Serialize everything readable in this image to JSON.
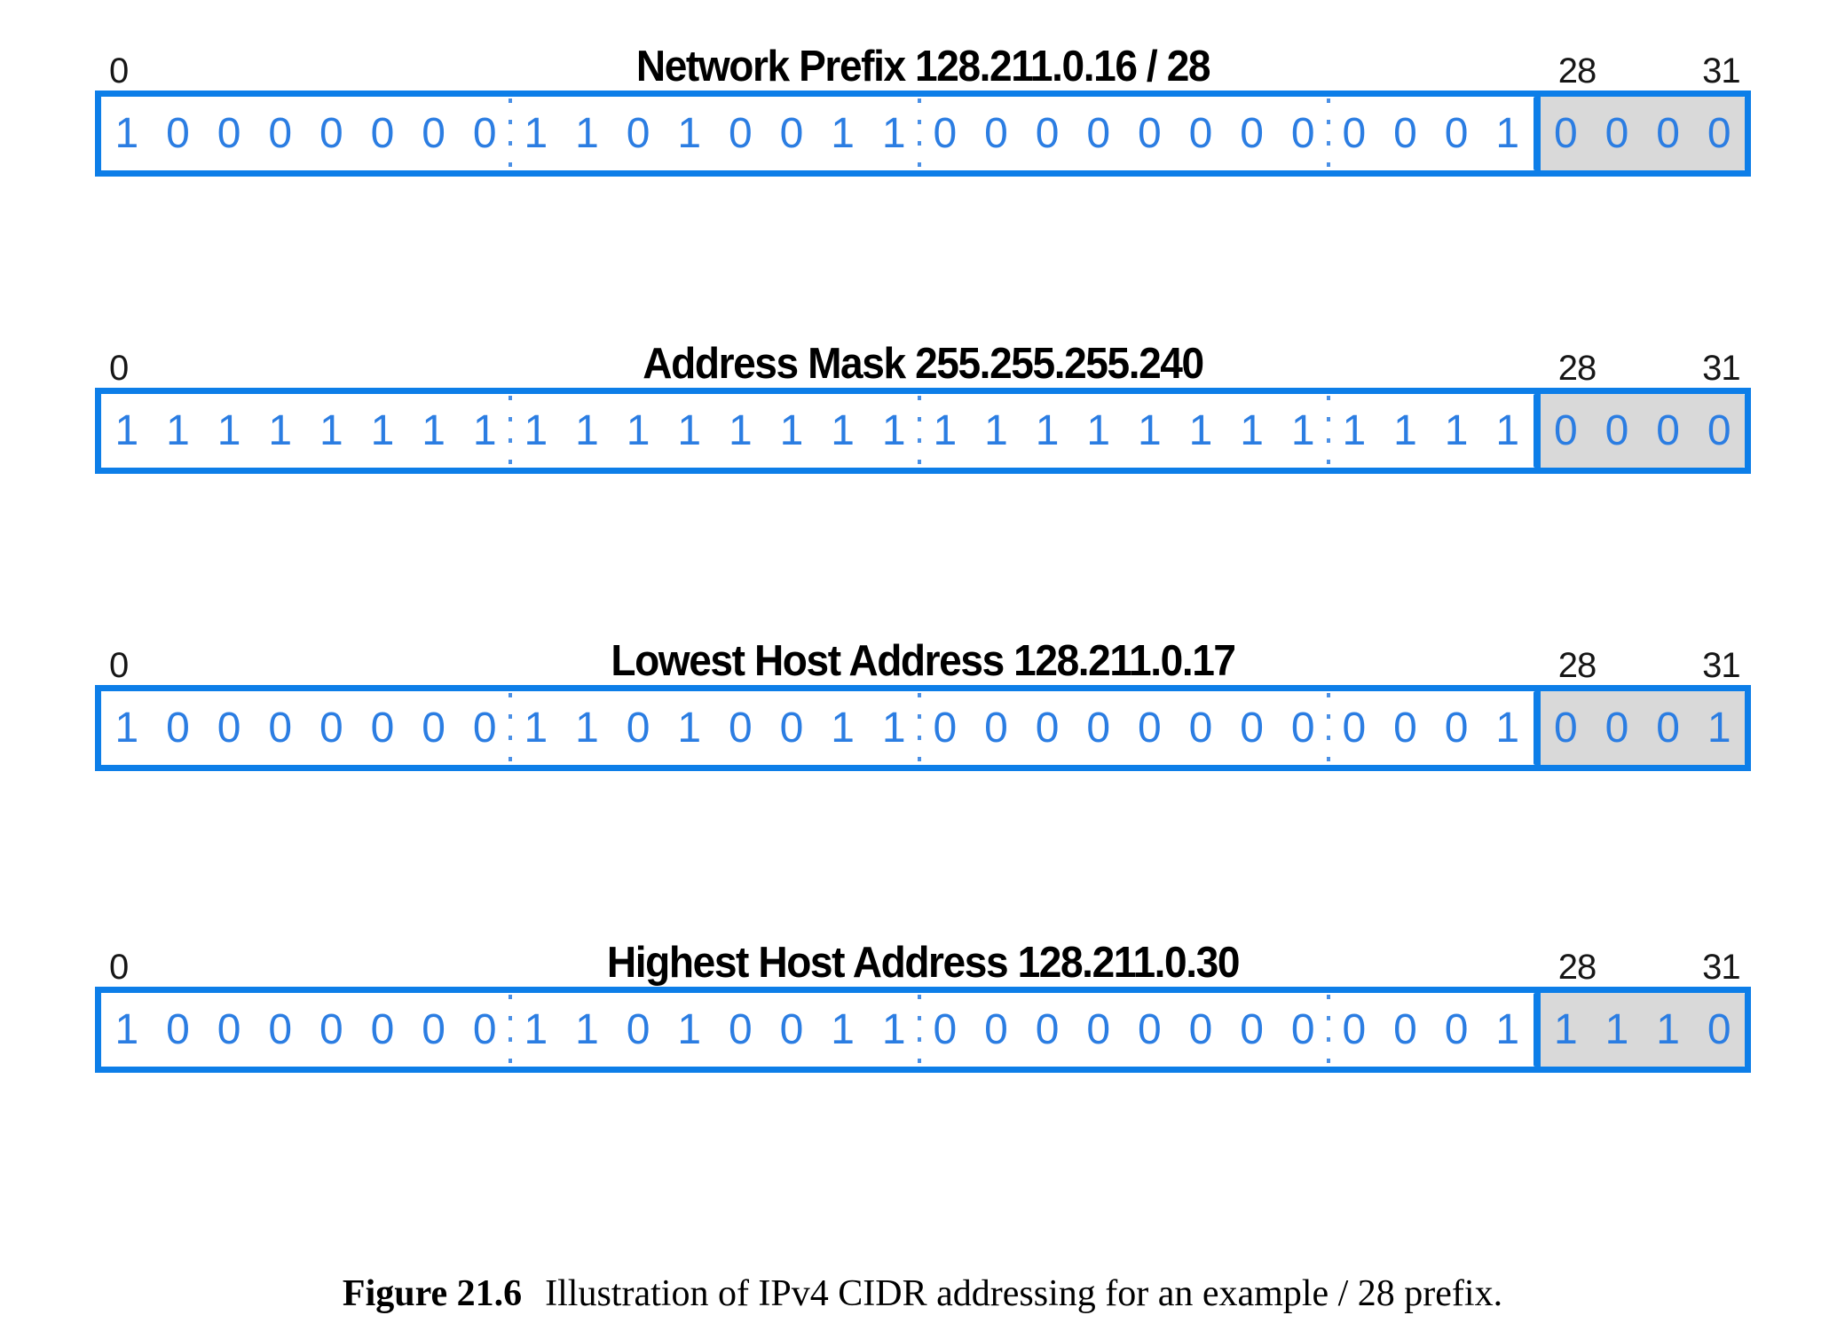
{
  "colors": {
    "accent_blue": "#0d7ee8",
    "bit_blue": "#2b7de2",
    "host_section_gray": "#d9d9d9"
  },
  "ruler": {
    "start": "0",
    "host_start": "28",
    "end": "31"
  },
  "rows": [
    {
      "title": "Network Prefix 128.211.0.16 / 28",
      "prefix_bits": "1000000011010011000000000001",
      "host_bits": "0000"
    },
    {
      "title": "Address Mask 255.255.255.240",
      "prefix_bits": "1111111111111111111111111111",
      "host_bits": "0000"
    },
    {
      "title": "Lowest Host Address 128.211.0.17",
      "prefix_bits": "1000000011010011000000000001",
      "host_bits": "0001"
    },
    {
      "title": "Highest Host Address 128.211.0.30",
      "prefix_bits": "1000000011010011000000000001",
      "host_bits": "1110"
    }
  ],
  "caption": {
    "label": "Figure 21.6",
    "text": "Illustration of IPv4 CIDR addressing for an example / 28 prefix."
  }
}
